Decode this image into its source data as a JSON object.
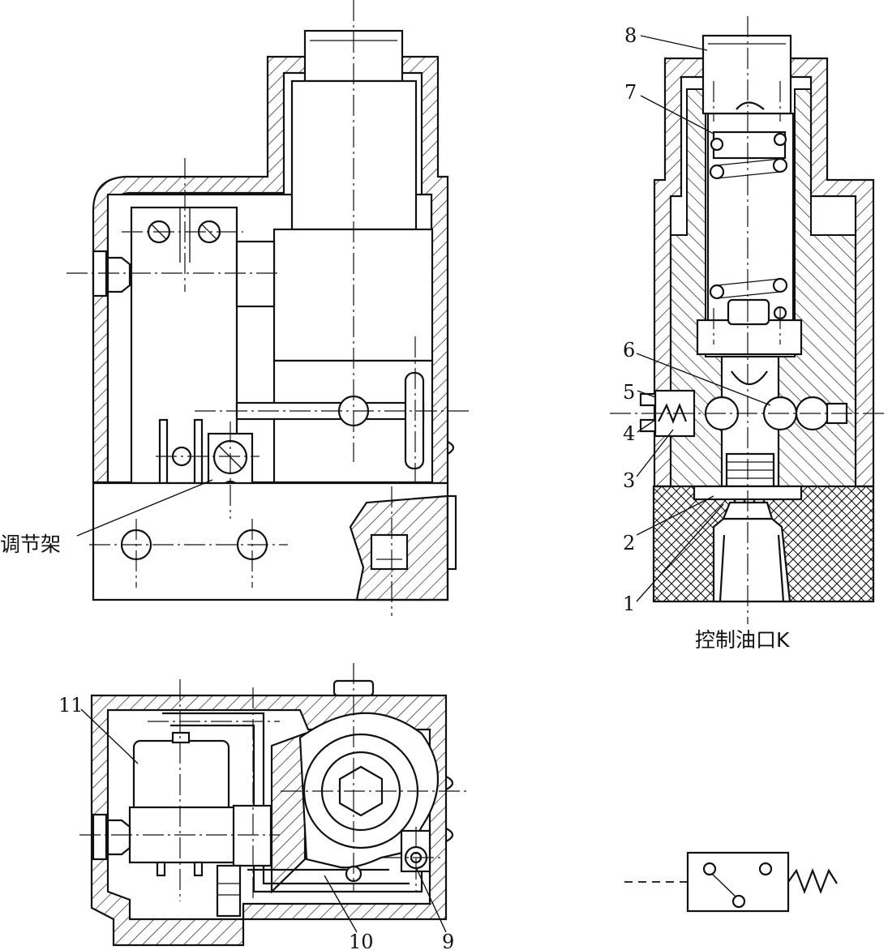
{
  "figure": {
    "front_view": {
      "label_adjust_frame": "调节架"
    },
    "section_view": {
      "part_numbers": [
        "1",
        "2",
        "3",
        "4",
        "5",
        "6",
        "7",
        "8"
      ],
      "caption_port": "控制油口K"
    },
    "bottom_view": {
      "part_numbers": [
        "9",
        "10",
        "11"
      ]
    },
    "symbol": {
      "name": "pressure-relay-symbol"
    }
  }
}
